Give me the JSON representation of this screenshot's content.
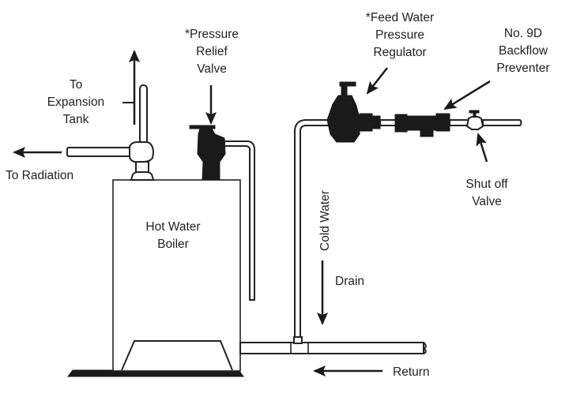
{
  "diagram": {
    "title": "Hot water boiler piping diagram",
    "colors": {
      "ink": "#1a1a1a",
      "background": "#ffffff"
    },
    "labels": {
      "expansion_tank": [
        "To",
        "Expansion",
        "Tank"
      ],
      "radiation": "To Radiation",
      "pressure_relief_valve": [
        "*Pressure",
        "Relief",
        "Valve"
      ],
      "feed_water_regulator": [
        "*Feed Water",
        "Pressure",
        "Regulator"
      ],
      "backflow_preventer": [
        "No. 9D",
        "Backflow",
        "Preventer"
      ],
      "shut_off_valve": [
        "Shut off",
        "Valve"
      ],
      "boiler": [
        "Hot Water",
        "Boiler"
      ],
      "cold_water": "Cold Water",
      "drain": "Drain",
      "return": "Return"
    },
    "components": [
      "hot-water-boiler",
      "pressure-relief-valve",
      "expansion-tank-tee",
      "feed-water-pressure-regulator",
      "backflow-preventer",
      "shut-off-valve",
      "cold-water-line",
      "return-line",
      "floor-base"
    ]
  }
}
